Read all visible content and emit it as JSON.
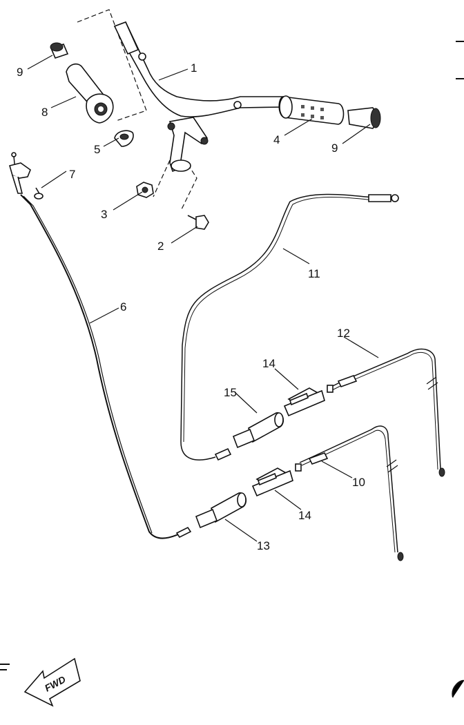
{
  "callouts": [
    {
      "id": "1",
      "label": "1"
    },
    {
      "id": "2",
      "label": "2"
    },
    {
      "id": "3",
      "label": "3"
    },
    {
      "id": "4",
      "label": "4"
    },
    {
      "id": "5",
      "label": "5"
    },
    {
      "id": "6",
      "label": "6"
    },
    {
      "id": "7",
      "label": "7"
    },
    {
      "id": "8",
      "label": "8"
    },
    {
      "id": "9a",
      "label": "9"
    },
    {
      "id": "9b",
      "label": "9"
    },
    {
      "id": "10",
      "label": "10"
    },
    {
      "id": "11",
      "label": "11"
    },
    {
      "id": "12",
      "label": "12"
    },
    {
      "id": "13",
      "label": "13"
    },
    {
      "id": "14a",
      "label": "14"
    },
    {
      "id": "14b",
      "label": "14"
    },
    {
      "id": "15",
      "label": "15"
    }
  ],
  "fwd_badge": {
    "label": "FWD"
  }
}
